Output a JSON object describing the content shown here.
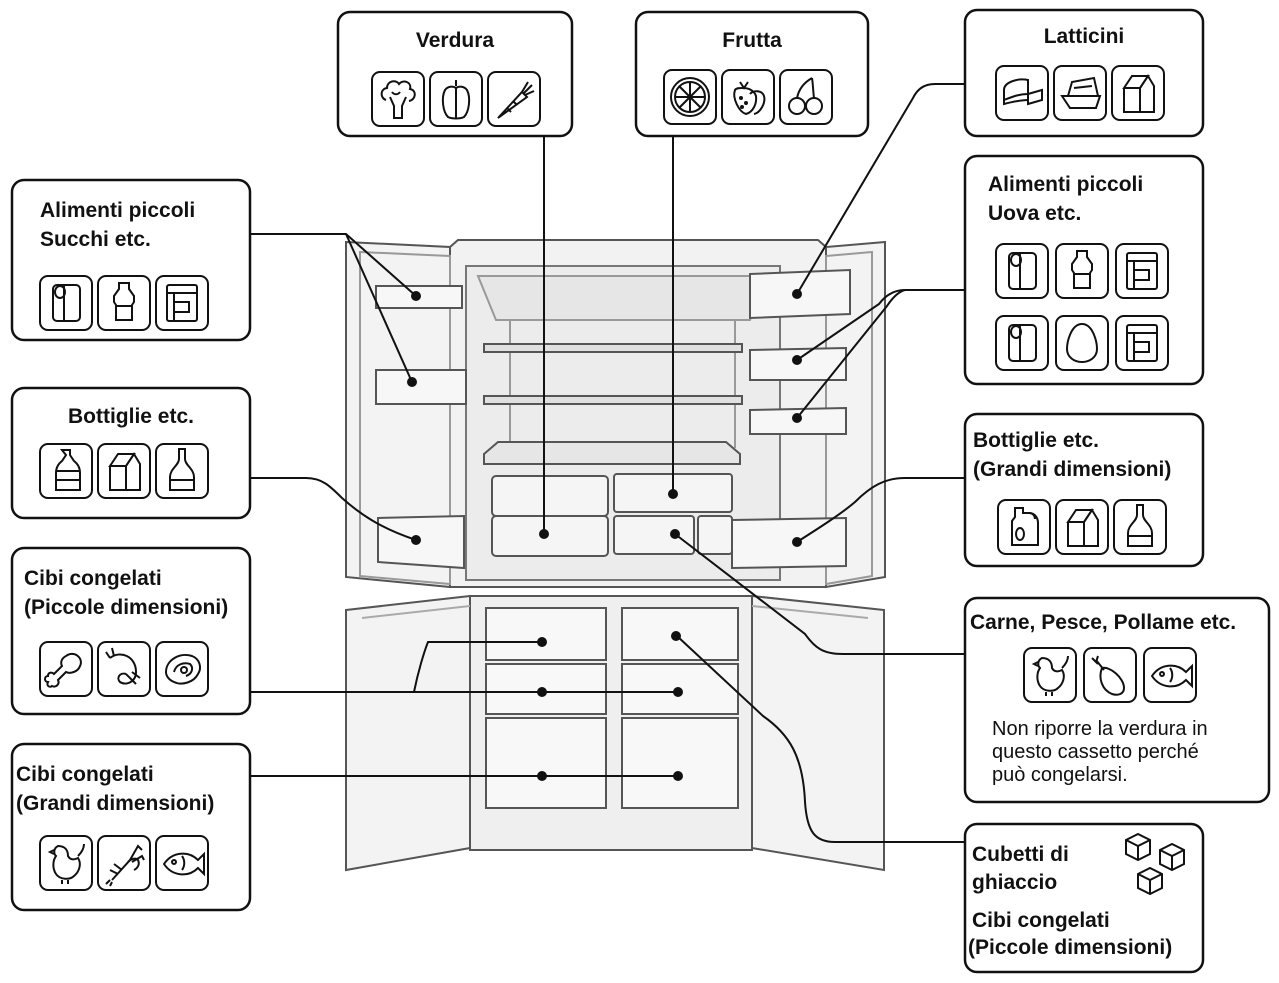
{
  "boxes": {
    "verdura": {
      "title": "Verdura",
      "icons": [
        "broccoli-icon",
        "pepper-icon",
        "carrot-icon"
      ]
    },
    "frutta": {
      "title": "Frutta",
      "icons": [
        "orange-slice-icon",
        "strawberry-icon",
        "cherries-icon"
      ]
    },
    "latticini": {
      "title": "Latticini",
      "icons": [
        "cheese-icon",
        "butter-icon",
        "milk-carton-icon"
      ]
    },
    "alimenti_succhi": {
      "title_line1": "Alimenti piccoli",
      "title_line2": "Succhi etc.",
      "icons": [
        "can-icon",
        "small-bottle-icon",
        "carton-icon"
      ]
    },
    "alimenti_uova": {
      "title_line1": "Alimenti piccoli",
      "title_line2": "Uova etc.",
      "icons": [
        "can-icon",
        "small-bottle-icon",
        "carton-icon",
        "can-icon",
        "egg-icon",
        "carton-icon"
      ]
    },
    "bottiglie": {
      "title": "Bottiglie etc.",
      "icons": [
        "water-bottle-icon",
        "milk-carton-icon",
        "wine-bottle-icon"
      ]
    },
    "bottiglie_grandi": {
      "title_line1": "Bottiglie etc.",
      "title_line2": "(Grandi dimensioni)",
      "icons": [
        "jug-icon",
        "milk-carton-icon",
        "wine-bottle-icon"
      ]
    },
    "congelati_piccoli": {
      "title_line1": "Cibi congelati",
      "title_line2": "(Piccole dimensioni)",
      "icons": [
        "drumstick-icon",
        "shrimp-icon",
        "fish-steak-icon"
      ]
    },
    "congelati_grandi": {
      "title_line1": "Cibi congelati",
      "title_line2": "(Grandi dimensioni)",
      "icons": [
        "chicken-icon",
        "lobster-icon",
        "fish-icon"
      ]
    },
    "carne": {
      "title": "Carne, Pesce, Pollame etc.",
      "icons": [
        "chicken-icon",
        "ham-icon",
        "fish-icon"
      ],
      "note_line1": "Non riporre la verdura in",
      "note_line2": "questo cassetto perché",
      "note_line3": "può congelarsi."
    },
    "ghiaccio": {
      "title_line1": "Cubetti di",
      "title_line2": "ghiaccio",
      "title_line3": "Cibi congelati",
      "title_line4": "(Piccole dimensioni)",
      "icons": [
        "ice-cubes-icon"
      ]
    }
  }
}
